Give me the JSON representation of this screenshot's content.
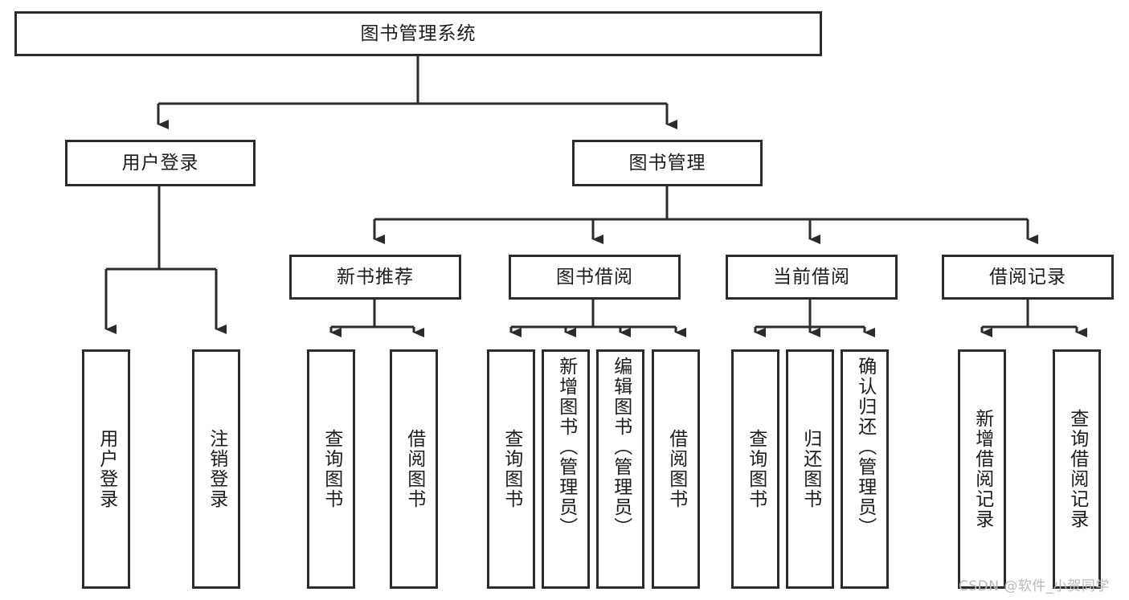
{
  "diagram": {
    "type": "tree-hierarchy-flowchart",
    "title": "图书管理系统",
    "watermark": "CSDN @软件_小贺同学",
    "colors": {
      "background": "#ffffff",
      "border": "#2b2b2b",
      "text": "#1c1c1c",
      "connector": "#2b2b2b",
      "watermark": "#b9b9b9"
    },
    "nodes": {
      "root": {
        "label": "图书管理系统"
      },
      "level2": [
        {
          "id": "user-login",
          "label": "用户登录"
        },
        {
          "id": "book-manage",
          "label": "图书管理"
        }
      ],
      "level3": [
        {
          "id": "new-book-recommend",
          "label": "新书推荐"
        },
        {
          "id": "book-borrow",
          "label": "图书借阅"
        },
        {
          "id": "current-borrow",
          "label": "当前借阅"
        },
        {
          "id": "borrow-records",
          "label": "借阅记录"
        }
      ],
      "leaves": {
        "user_login": [
          {
            "id": "leaf-user-login",
            "label": "用户登录"
          },
          {
            "id": "leaf-logout",
            "label": "注销登录"
          }
        ],
        "new_book_recommend": [
          {
            "id": "leaf-query-book-1",
            "label": "查询图书"
          },
          {
            "id": "leaf-borrow-book-1",
            "label": "借阅图书"
          }
        ],
        "book_borrow": [
          {
            "id": "leaf-query-book-2",
            "label": "查询图书"
          },
          {
            "id": "leaf-add-book",
            "label": "新增图书（管理员）"
          },
          {
            "id": "leaf-edit-book",
            "label": "编辑图书（管理员）"
          },
          {
            "id": "leaf-borrow-book-2",
            "label": "借阅图书"
          }
        ],
        "current_borrow": [
          {
            "id": "leaf-query-book-3",
            "label": "查询图书"
          },
          {
            "id": "leaf-return-book",
            "label": "归还图书"
          },
          {
            "id": "leaf-confirm-return",
            "label": "确认归还（管理员）"
          }
        ],
        "borrow_records": [
          {
            "id": "leaf-add-record",
            "label": "新增借阅记录"
          },
          {
            "id": "leaf-query-record",
            "label": "查询借阅记录"
          }
        ]
      }
    }
  }
}
